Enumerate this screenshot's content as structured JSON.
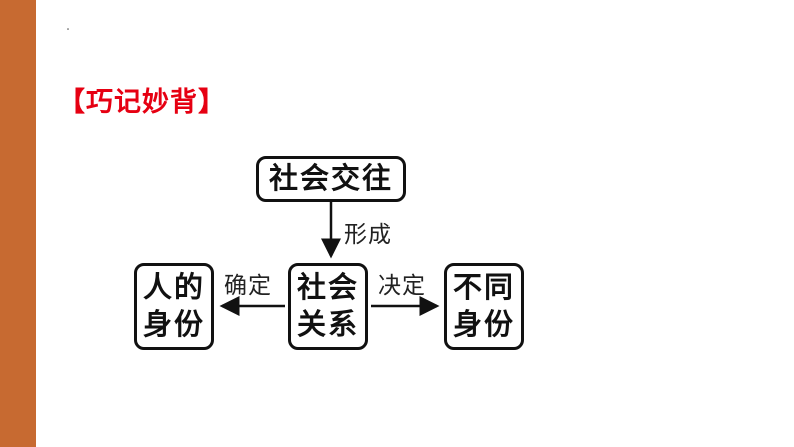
{
  "slide": {
    "accent_color": "#C76A31",
    "stray_dot": ".",
    "section_title": "【巧记妙背】",
    "section_title_color": "#E60012"
  },
  "diagram": {
    "top_box": "社会交往",
    "center_box_line1": "社会",
    "center_box_line2": "关系",
    "left_box_line1": "人的",
    "left_box_line2": "身份",
    "right_box_line1": "不同",
    "right_box_line2": "身份",
    "arrow_down_label": "形成",
    "arrow_left_label": "确定",
    "arrow_right_label": "决定"
  }
}
